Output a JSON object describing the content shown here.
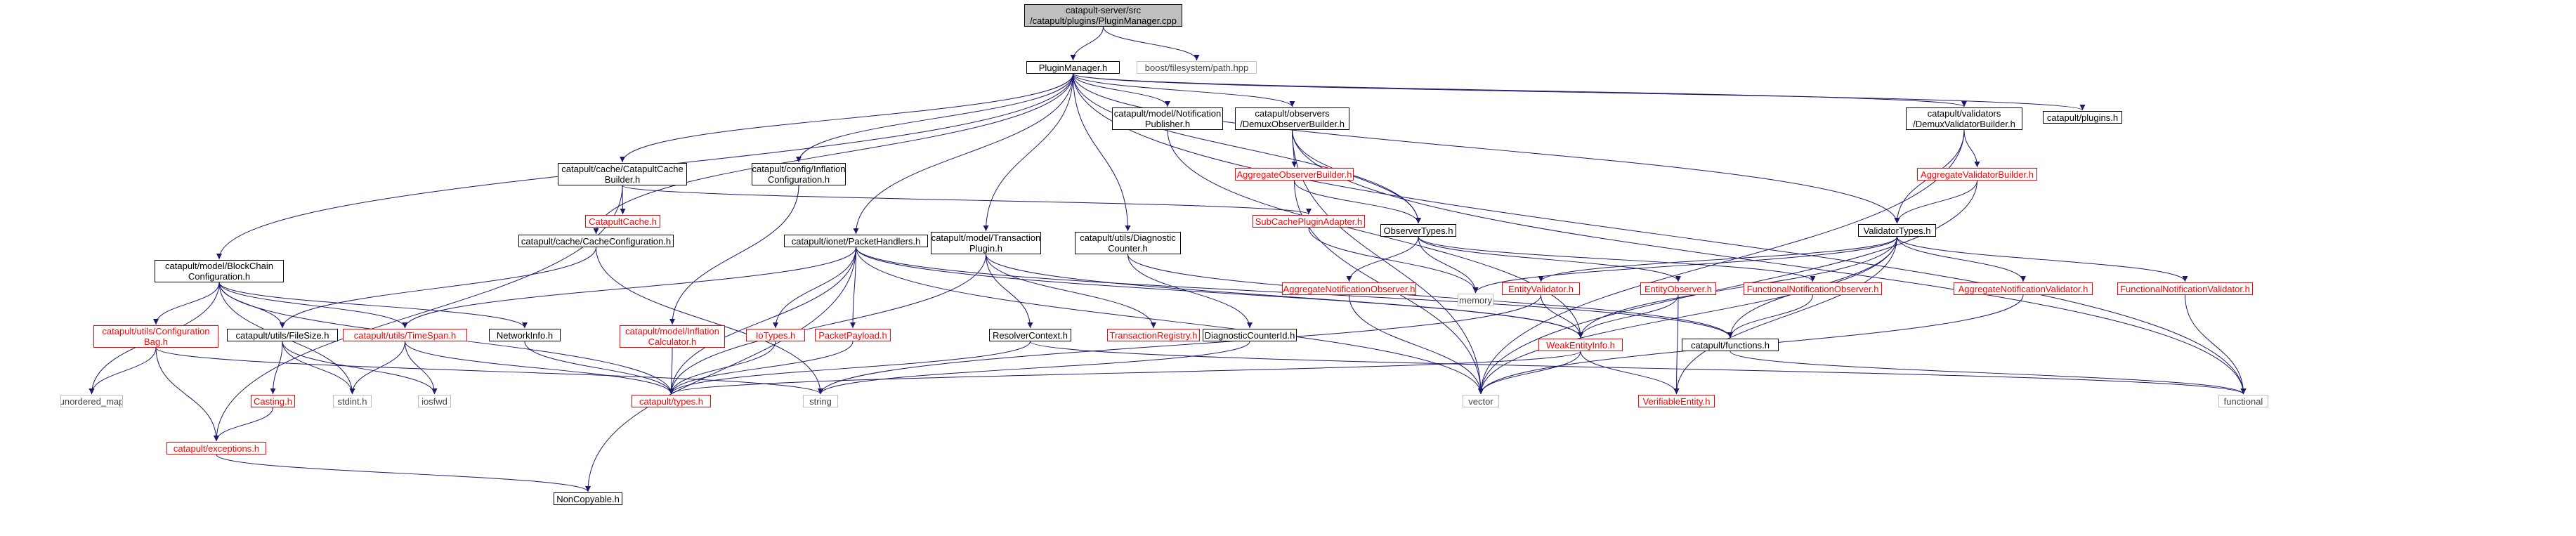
{
  "graph": {
    "colors": {
      "edge": "#191970",
      "node_border": "#000000",
      "missing_border": "#ff0000",
      "external_border": "#bfbfbf",
      "root_fill": "#bfbfbf"
    },
    "nodes": [
      {
        "id": "root",
        "label": "catapult-server/src\n/catapult/plugins/PluginManager.cpp",
        "kind": "root"
      },
      {
        "id": "pm",
        "label": "PluginManager.h",
        "kind": "normal"
      },
      {
        "id": "boostfs",
        "label": "boost/filesystem/path.hpp",
        "kind": "gray"
      },
      {
        "id": "bcc",
        "label": "catapult/model/BlockChain\nConfiguration.h",
        "kind": "normal"
      },
      {
        "id": "ccb",
        "label": "catapult/cache/CatapultCache\nBuilder.h",
        "kind": "normal"
      },
      {
        "id": "cacheconf",
        "label": "catapult/cache/CacheConfiguration.h",
        "kind": "normal"
      },
      {
        "id": "inflconf",
        "label": "catapult/config/Inflation\nConfiguration.h",
        "kind": "normal"
      },
      {
        "id": "pkth",
        "label": "catapult/ionet/PacketHandlers.h",
        "kind": "normal"
      },
      {
        "id": "txplugin",
        "label": "catapult/model/Transaction\nPlugin.h",
        "kind": "normal"
      },
      {
        "id": "notpub",
        "label": "catapult/model/Notification\nPublisher.h",
        "kind": "normal"
      },
      {
        "id": "diagcounter",
        "label": "catapult/utils/Diagnostic\nCounter.h",
        "kind": "normal"
      },
      {
        "id": "demuxobs",
        "label": "catapult/observers\n/DemuxObserverBuilder.h",
        "kind": "normal"
      },
      {
        "id": "demuxval",
        "label": "catapult/validators\n/DemuxValidatorBuilder.h",
        "kind": "normal"
      },
      {
        "id": "plugins",
        "label": "catapult/plugins.h",
        "kind": "normal"
      },
      {
        "id": "catcache",
        "label": "CatapultCache.h",
        "kind": "red"
      },
      {
        "id": "subcache",
        "label": "SubCachePluginAdapter.h",
        "kind": "red"
      },
      {
        "id": "aggobsb",
        "label": "AggregateObserverBuilder.h",
        "kind": "red"
      },
      {
        "id": "obstypes",
        "label": "ObserverTypes.h",
        "kind": "normal"
      },
      {
        "id": "aggvalb",
        "label": "AggregateValidatorBuilder.h",
        "kind": "red"
      },
      {
        "id": "valtypes",
        "label": "ValidatorTypes.h",
        "kind": "normal"
      },
      {
        "id": "confbag",
        "label": "catapult/utils/Configuration\nBag.h",
        "kind": "red"
      },
      {
        "id": "filesize",
        "label": "catapult/utils/FileSize.h",
        "kind": "normal"
      },
      {
        "id": "timespan",
        "label": "catapult/utils/TimeSpan.h",
        "kind": "red"
      },
      {
        "id": "netinfo",
        "label": "NetworkInfo.h",
        "kind": "normal"
      },
      {
        "id": "inflcalc",
        "label": "catapult/model/Inflation\nCalculator.h",
        "kind": "red"
      },
      {
        "id": "iotypes",
        "label": "IoTypes.h",
        "kind": "red"
      },
      {
        "id": "pktpayload",
        "label": "PacketPayload.h",
        "kind": "red"
      },
      {
        "id": "resolver",
        "label": "ResolverContext.h",
        "kind": "normal"
      },
      {
        "id": "txreg",
        "label": "TransactionRegistry.h",
        "kind": "red"
      },
      {
        "id": "diagid",
        "label": "DiagnosticCounterId.h",
        "kind": "normal"
      },
      {
        "id": "aggnotobs",
        "label": "AggregateNotificationObserver.h",
        "kind": "red"
      },
      {
        "id": "entval",
        "label": "EntityValidator.h",
        "kind": "red"
      },
      {
        "id": "entobs",
        "label": "EntityObserver.h",
        "kind": "red"
      },
      {
        "id": "funcnotobs",
        "label": "FunctionalNotificationObserver.h",
        "kind": "red"
      },
      {
        "id": "aggnotval",
        "label": "AggregateNotificationValidator.h",
        "kind": "red"
      },
      {
        "id": "funcnotval",
        "label": "FunctionalNotificationValidator.h",
        "kind": "red"
      },
      {
        "id": "weinfo",
        "label": "WeakEntityInfo.h",
        "kind": "red"
      },
      {
        "id": "catfuncs",
        "label": "catapult/functions.h",
        "kind": "normal"
      },
      {
        "id": "memory",
        "label": "memory",
        "kind": "gray"
      },
      {
        "id": "umap",
        "label": "unordered_map",
        "kind": "gray"
      },
      {
        "id": "casting",
        "label": "Casting.h",
        "kind": "red"
      },
      {
        "id": "stdint",
        "label": "stdint.h",
        "kind": "gray"
      },
      {
        "id": "iosfwd",
        "label": "iosfwd",
        "kind": "gray"
      },
      {
        "id": "types",
        "label": "catapult/types.h",
        "kind": "red"
      },
      {
        "id": "string",
        "label": "string",
        "kind": "gray"
      },
      {
        "id": "vector",
        "label": "vector",
        "kind": "gray"
      },
      {
        "id": "verent",
        "label": "VerifiableEntity.h",
        "kind": "red"
      },
      {
        "id": "functional",
        "label": "functional",
        "kind": "gray"
      },
      {
        "id": "exceptions",
        "label": "catapult/exceptions.h",
        "kind": "red"
      },
      {
        "id": "noncopy",
        "label": "NonCopyable.h",
        "kind": "normal"
      }
    ],
    "edges": [
      [
        "root",
        "pm"
      ],
      [
        "root",
        "boostfs"
      ],
      [
        "pm",
        "bcc"
      ],
      [
        "pm",
        "ccb"
      ],
      [
        "pm",
        "cacheconf"
      ],
      [
        "pm",
        "inflconf"
      ],
      [
        "pm",
        "pkth"
      ],
      [
        "pm",
        "txplugin"
      ],
      [
        "pm",
        "notpub"
      ],
      [
        "pm",
        "diagcounter"
      ],
      [
        "pm",
        "demuxobs"
      ],
      [
        "pm",
        "demuxval"
      ],
      [
        "pm",
        "plugins"
      ],
      [
        "pm",
        "obstypes"
      ],
      [
        "pm",
        "valtypes"
      ],
      [
        "pm",
        "functional"
      ],
      [
        "ccb",
        "catcache"
      ],
      [
        "ccb",
        "subcache"
      ],
      [
        "ccb",
        "exceptions"
      ],
      [
        "cacheconf",
        "filesize"
      ],
      [
        "cacheconf",
        "string"
      ],
      [
        "inflconf",
        "inflcalc"
      ],
      [
        "bcc",
        "confbag"
      ],
      [
        "bcc",
        "filesize"
      ],
      [
        "bcc",
        "timespan"
      ],
      [
        "bcc",
        "netinfo"
      ],
      [
        "bcc",
        "types"
      ],
      [
        "bcc",
        "umap"
      ],
      [
        "bcc",
        "stdint"
      ],
      [
        "confbag",
        "exceptions"
      ],
      [
        "confbag",
        "umap"
      ],
      [
        "confbag",
        "string"
      ],
      [
        "filesize",
        "casting"
      ],
      [
        "filesize",
        "stdint"
      ],
      [
        "filesize",
        "iosfwd"
      ],
      [
        "timespan",
        "stdint"
      ],
      [
        "timespan",
        "iosfwd"
      ],
      [
        "timespan",
        "types"
      ],
      [
        "casting",
        "exceptions"
      ],
      [
        "exceptions",
        "noncopy"
      ],
      [
        "netinfo",
        "types"
      ],
      [
        "inflcalc",
        "types"
      ],
      [
        "pkth",
        "iotypes"
      ],
      [
        "pkth",
        "pktpayload"
      ],
      [
        "pkth",
        "timespan"
      ],
      [
        "pkth",
        "types"
      ],
      [
        "pkth",
        "weinfo"
      ],
      [
        "pkth",
        "catfuncs"
      ],
      [
        "pkth",
        "vector"
      ],
      [
        "pkth",
        "noncopy"
      ],
      [
        "iotypes",
        "types"
      ],
      [
        "pktpayload",
        "types"
      ],
      [
        "txplugin",
        "resolver"
      ],
      [
        "txplugin",
        "txreg"
      ],
      [
        "txplugin",
        "weinfo"
      ],
      [
        "txplugin",
        "types"
      ],
      [
        "resolver",
        "types"
      ],
      [
        "resolver",
        "functional"
      ],
      [
        "notpub",
        "weinfo"
      ],
      [
        "diagcounter",
        "diagid"
      ],
      [
        "diagcounter",
        "catfuncs"
      ],
      [
        "diagid",
        "string"
      ],
      [
        "demuxobs",
        "aggobsb"
      ],
      [
        "demuxobs",
        "obstypes"
      ],
      [
        "demuxobs",
        "vector"
      ],
      [
        "demuxobs",
        "functional"
      ],
      [
        "aggobsb",
        "obstypes"
      ],
      [
        "aggobsb",
        "vector"
      ],
      [
        "obstypes",
        "aggnotobs"
      ],
      [
        "obstypes",
        "entobs"
      ],
      [
        "obstypes",
        "funcnotobs"
      ],
      [
        "obstypes",
        "memory"
      ],
      [
        "subcache",
        "memory"
      ],
      [
        "aggnotobs",
        "vector"
      ],
      [
        "entobs",
        "weinfo"
      ],
      [
        "entobs",
        "verent"
      ],
      [
        "funcnotobs",
        "catfuncs"
      ],
      [
        "demuxval",
        "aggvalb"
      ],
      [
        "demuxval",
        "valtypes"
      ],
      [
        "demuxval",
        "vector"
      ],
      [
        "aggvalb",
        "valtypes"
      ],
      [
        "aggvalb",
        "vector"
      ],
      [
        "valtypes",
        "entval"
      ],
      [
        "valtypes",
        "weinfo"
      ],
      [
        "valtypes",
        "aggnotval"
      ],
      [
        "valtypes",
        "funcnotval"
      ],
      [
        "valtypes",
        "catfuncs"
      ],
      [
        "valtypes",
        "memory"
      ],
      [
        "valtypes",
        "vector"
      ],
      [
        "valtypes",
        "verent"
      ],
      [
        "entval",
        "weinfo"
      ],
      [
        "entval",
        "string"
      ],
      [
        "aggnotval",
        "vector"
      ],
      [
        "funcnotval",
        "functional"
      ],
      [
        "weinfo",
        "verent"
      ],
      [
        "weinfo",
        "vector"
      ],
      [
        "weinfo",
        "types"
      ],
      [
        "catfuncs",
        "functional"
      ]
    ]
  }
}
